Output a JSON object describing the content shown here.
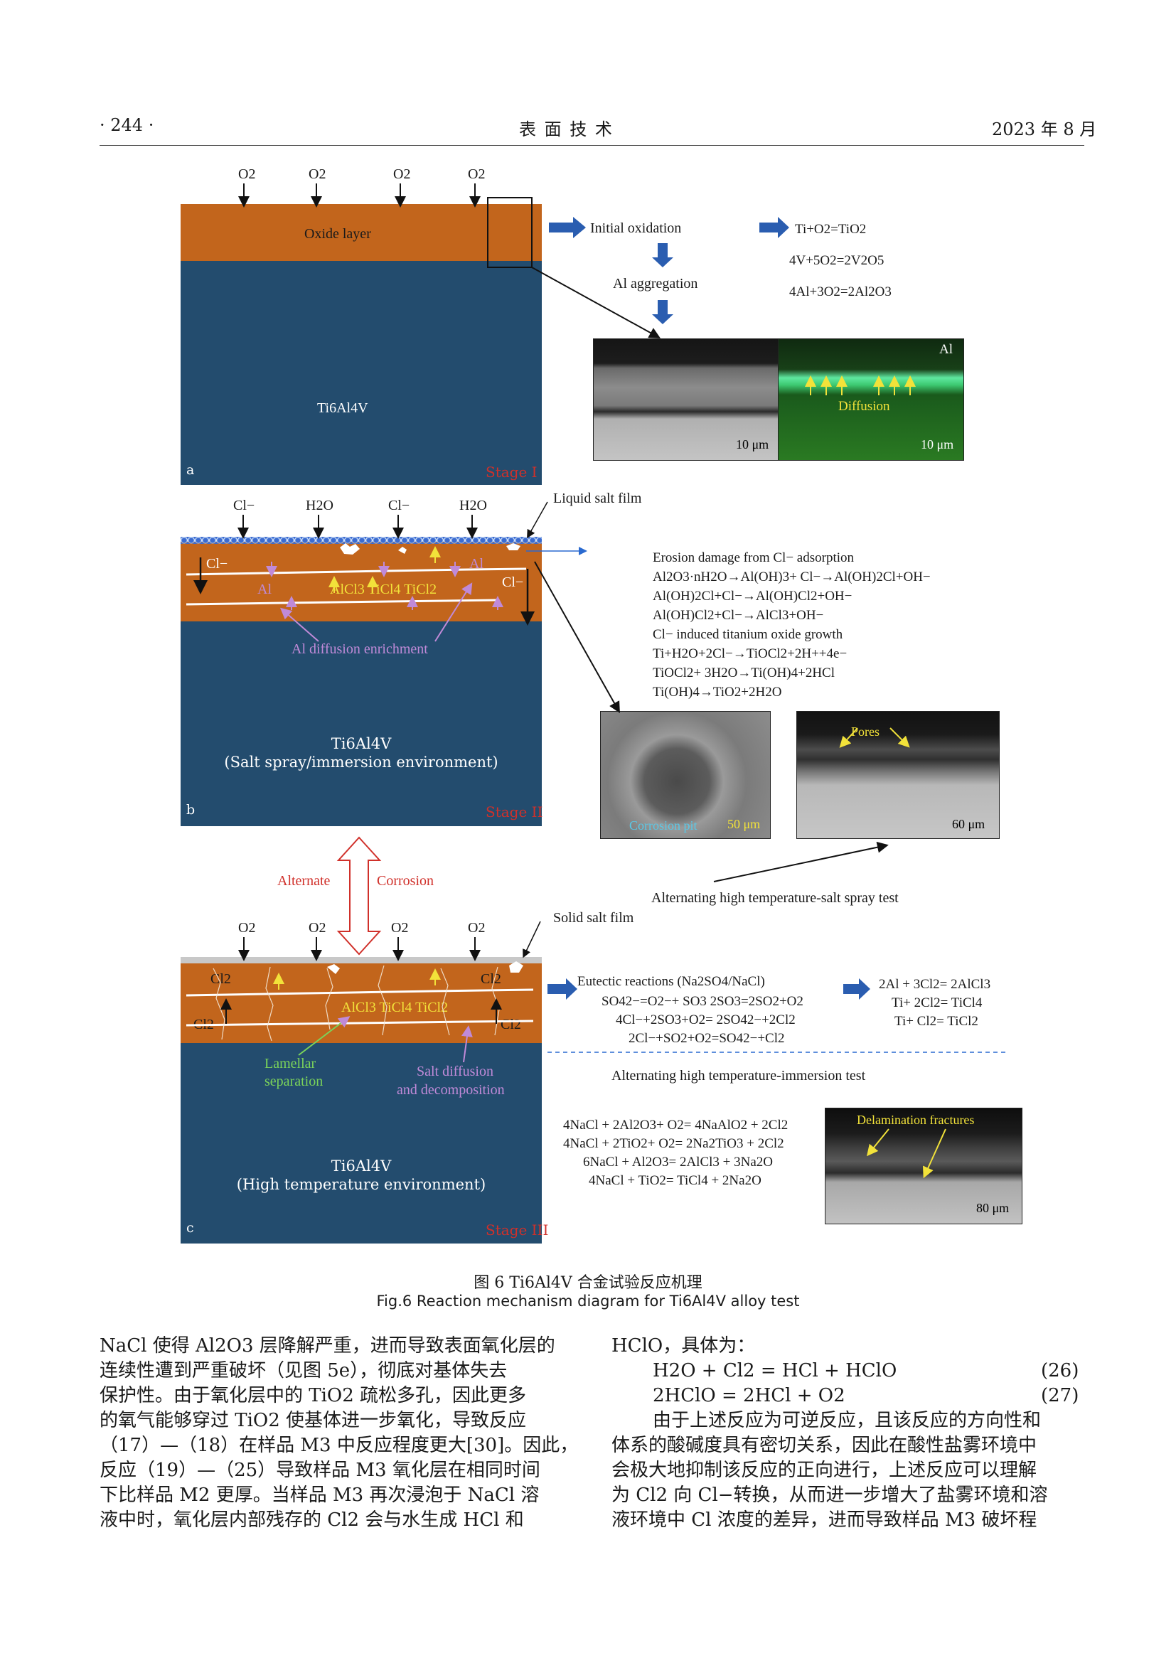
{
  "header": {
    "page_number": "· 244 ·",
    "journal": "表  面  技  术",
    "date": "2023 年 8 月"
  },
  "figure": {
    "panel_a": {
      "o2_labels": [
        "O2",
        "O2",
        "O2",
        "O2"
      ],
      "oxide_label": "Oxide layer",
      "substrate_label": "Ti6Al4V",
      "letter": "a",
      "stage": "Stage I",
      "step1": "Initial oxidation",
      "step2": "Al aggregation",
      "reactions": [
        "Ti+O2=TiO2",
        "4V+5O2=2V2O5",
        "4Al+3O2=2Al2O3"
      ],
      "micro_left_scale": "10 μm",
      "micro_right_label": "Al",
      "micro_right_diffusion": "Diffusion",
      "micro_right_scale": "10 μm"
    },
    "panel_b": {
      "top_labels": [
        "Cl−",
        "H2O",
        "Cl−",
        "H2O"
      ],
      "liquid_film": "Liquid salt film",
      "cl_left": "Cl−",
      "cl_right": "Cl−",
      "al_left": "Al",
      "al_right": "Al",
      "chlorides": "AlCl3 TiCl4 TiCl2",
      "diffusion": "Al diffusion enrichment",
      "substrate_label": "Ti6Al4V",
      "environment": "(Salt spray/immersion environment)",
      "letter": "b",
      "stage": "Stage II",
      "reactions": [
        "Erosion damage from Cl− adsorption",
        "Al2O3·nH2O→Al(OH)3+ Cl−→Al(OH)2Cl+OH−",
        "Al(OH)2Cl+Cl−→Al(OH)Cl2+OH−",
        "Al(OH)Cl2+Cl−→AlCl3+OH−",
        "Cl− induced titanium oxide growth",
        "Ti+H2O+2Cl−→TiOCl2+2H++4e−",
        "TiOCl2+ 3H2O→Ti(OH)4+2HCl",
        "Ti(OH)4→TiO2+2H2O"
      ],
      "pit_label": "Corrosion pit",
      "pit_scale": "50 μm",
      "pores_label": "Pores",
      "pores_scale": "60 μm",
      "test_label": "Alternating high temperature-salt spray test"
    },
    "cycle": {
      "alternate": "Alternate",
      "corrosion": "Corrosion"
    },
    "panel_c": {
      "o2_labels": [
        "O2",
        "O2",
        "O2",
        "O2"
      ],
      "solid_film": "Solid salt film",
      "cl2_labels": [
        "Cl2",
        "Cl2",
        "Cl2",
        "Cl2"
      ],
      "chlorides": "AlCl3 TiCl4 TiCl2",
      "lamellar": [
        "Lamellar",
        "separation"
      ],
      "salt_diff": [
        "Salt diffusion",
        "and decomposition"
      ],
      "substrate_label": "Ti6Al4V",
      "environment": "(High temperature environment)",
      "letter": "c",
      "stage": "Stage III",
      "eutectic_title": "Eutectic reactions (Na2SO4/NaCl)",
      "eutectic": [
        "SO42−=O2−+ SO3  2SO3=2SO2+O2",
        "4Cl−+2SO3+O2= 2SO42−+2Cl2",
        "2Cl−+SO2+O2=SO42−+Cl2"
      ],
      "chlorination": [
        "2Al + 3Cl2= 2AlCl3",
        "Ti+ 2Cl2= TiCl4",
        "Ti+ Cl2= TiCl2"
      ],
      "test_label": "Alternating high temperature-immersion test",
      "nacl_reactions": [
        "4NaCl + 2Al2O3+ O2= 4NaAlO2 + 2Cl2",
        "4NaCl + 2TiO2+ O2= 2Na2TiO3 + 2Cl2",
        "6NaCl + Al2O3= 2AlCl3 + 3Na2O",
        "4NaCl + TiO2= TiCl4 + 2Na2O"
      ],
      "delam_label": "Delamination fractures",
      "delam_scale": "80 μm"
    },
    "caption_cn": "图 6  Ti6Al4V 合金试验反应机理",
    "caption_en": "Fig.6 Reaction mechanism diagram for Ti6Al4V alloy test"
  },
  "body": {
    "left_lines": [
      "NaCl 使得 Al2O3 层降解严重，进而导致表面氧化层的",
      "连续性遭到严重破坏（见图 5e），彻底对基体失去",
      "保护性。由于氧化层中的 TiO2 疏松多孔，因此更多",
      "的氧气能够穿过 TiO2 使基体进一步氧化，导致反应",
      "（17）—（18）在样品 M3 中反应程度更大[30]。因此，",
      "反应（19）—（25）导致样品 M3 氧化层在相同时间",
      "下比样品 M2 更厚。当样品 M3 再次浸泡于 NaCl 溶",
      "液中时，氧化层内部残存的 Cl2 会与水生成 HCl 和"
    ],
    "right_intro": "HClO，具体为：",
    "eq26": "H2O + Cl2 = HCl + HClO",
    "eq26_num": "(26)",
    "eq27": "2HClO = 2HCl + O2",
    "eq27_num": "(27)",
    "right_lines": [
      "由于上述反应为可逆反应，且该反应的方向性和",
      "体系的酸碱度具有密切关系，因此在酸性盐雾环境中",
      "会极大地抑制该反应的正向进行，上述反应可以理解",
      "为 Cl2 向 Cl−转换，从而进一步增大了盐雾环境和溶",
      "液环境中 Cl 浓度的差异，进而导致样品 M3 破坏程"
    ]
  },
  "colors": {
    "oxide": "#c2651c",
    "substrate": "#234c6e",
    "blue_arrow": "#2a5db0",
    "stage_red": "#d0302a",
    "yellow": "#f2e23a",
    "purple": "#c08ad8",
    "green_label": "#7bd35a"
  }
}
